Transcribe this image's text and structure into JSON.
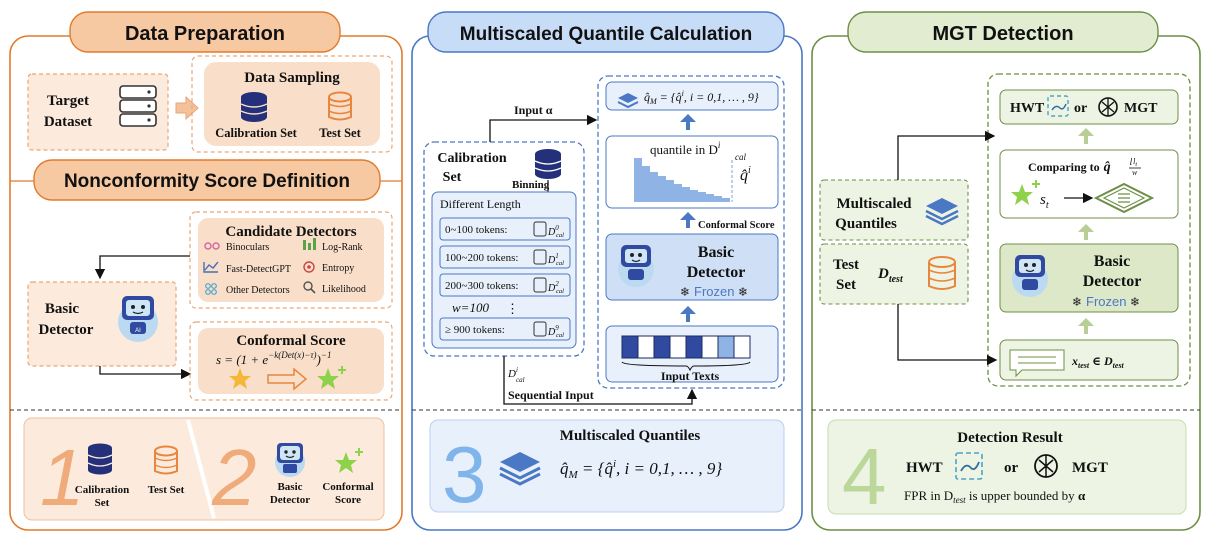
{
  "colors": {
    "orange_border": "#e07b2d",
    "orange_fill": "#f8d8bf",
    "orange_light": "#fcebdd",
    "blue_border": "#4a78c5",
    "blue_fill": "#cfe0f6",
    "blue_light": "#e8f0fb",
    "green_border": "#6e8f45",
    "green_fill": "#dce8c8",
    "green_light": "#eef4e4"
  },
  "panel1": {
    "title": "Data Preparation",
    "target_dataset_line1": "Target",
    "target_dataset_line2": "Dataset",
    "data_sampling": "Data Sampling",
    "calibration_set": "Calibration Set",
    "test_set": "Test Set",
    "nonconformity_title": "Nonconformity Score Definition",
    "candidate_detectors": "Candidate Detectors",
    "detectors": [
      "Binoculars",
      "Log-Rank",
      "Fast-DetectGPT",
      "Entropy",
      "Other Detectors",
      "Likelihood"
    ],
    "basic_detector_line1": "Basic",
    "basic_detector_line2": "Detector",
    "conformal_score": "Conformal Score",
    "formula": "s = (1 + e^{−k(Det(x)−τ)})^{−1}",
    "formula_main": "s = (1 + e",
    "formula_exp": "−k(Det(x)−τ)",
    "formula_close": ")",
    "formula_outer_exp": "−1",
    "step1_number": "1",
    "step1_calib_line1": "Calibration",
    "step1_calib_line2": "Set",
    "step1_test": "Test Set",
    "step2_number": "2",
    "step2_basic_line1": "Basic",
    "step2_basic_line2": "Detector",
    "step2_conf_line1": "Conformal",
    "step2_conf_line2": "Score"
  },
  "panel2": {
    "title": "Multiscaled Quantile Calculation",
    "input_alpha": "Input α",
    "calibration_line1": "Calibration",
    "calibration_line2": "Set",
    "binning": "Binning",
    "different_length": "Different Length",
    "bins": [
      {
        "label": "0~100 tokens:",
        "sup": "0"
      },
      {
        "label": "100~200 tokens:",
        "sup": "1"
      },
      {
        "label": "200~300 tokens:",
        "sup": "2"
      },
      {
        "label": "≥  900 tokens:",
        "sup": "9"
      }
    ],
    "bin_base": "D",
    "bin_sub": "cal",
    "w_label": "w=100",
    "d_cal_label": "D",
    "d_cal_sup": "i",
    "d_cal_sub": "cal",
    "sequential_input": "Sequential Input",
    "q_formula": "q̂_M = {q̂^i, i = 0,1, … , 9}",
    "q_formula_text": "q̂",
    "q_formula_sub": "M",
    "q_formula_rest": " = {q̂",
    "q_formula_sup": "i",
    "q_formula_end": ", i = 0,1, … , 9}",
    "quantile_in": "quantile in D",
    "quantile_sup": "i",
    "quantile_sub": "cal",
    "qhat_i": "q̂",
    "qhat_i_sup": "i",
    "conformal_score": "Conformal Score",
    "basic_line1": "Basic",
    "basic_line2": "Detector",
    "frozen": "Frozen",
    "input_texts": "Input Texts",
    "step3_number": "3",
    "multiscaled_quantiles": "Multiscaled Quantiles",
    "step3_formula": "q̂",
    "step3_formula_sub": "M",
    "step3_formula_rest": " = {q̂",
    "step3_formula_sup": "i",
    "step3_formula_end": ", i = 0,1, … , 9}"
  },
  "panel3": {
    "title": "MGT Detection",
    "hwt": "HWT",
    "or": "or",
    "mgt": "MGT",
    "comparing_to": "Comparing to",
    "comparing_q": "q̂",
    "comparing_frac": "⌊l",
    "comparing_frac_sub": "t",
    "comparing_frac_bottom": "w",
    "st": "s",
    "st_sub": "t",
    "multiscaled_line1": "Multiscaled",
    "multiscaled_line2": "Quantiles",
    "test_line1": "Test",
    "test_line2": "Set",
    "d_test": "D",
    "d_test_sub": "test",
    "basic_line1": "Basic",
    "basic_line2": "Detector",
    "frozen": "Frozen",
    "x_test": "x",
    "x_test_sub": "test",
    "x_in": " ∈ D",
    "x_in_sub": "test",
    "step4_number": "4",
    "detection_result": "Detection Result",
    "fpr_text": "FPR in D",
    "fpr_sub": "test",
    "fpr_rest": " is upper bounded by ",
    "fpr_alpha": "α"
  }
}
